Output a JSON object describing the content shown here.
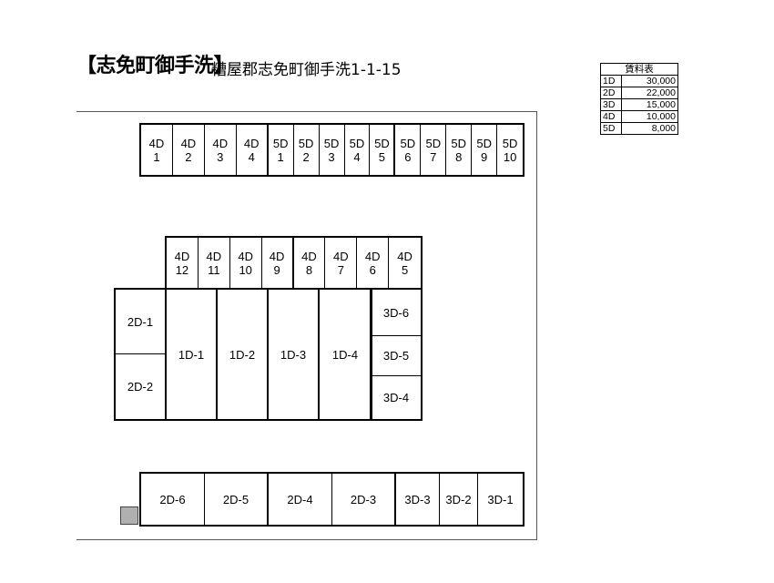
{
  "header": {
    "title": "【志免町御手洗】",
    "address": "糟屋郡志免町御手洗1-1-15"
  },
  "rent_table": {
    "title": "賃料表",
    "rows": [
      {
        "size": "1D",
        "price": "30,000"
      },
      {
        "size": "2D",
        "price": "22,000"
      },
      {
        "size": "3D",
        "price": "15,000"
      },
      {
        "size": "4D",
        "price": "10,000"
      },
      {
        "size": "5D",
        "price": "8,000"
      }
    ]
  },
  "layout": {
    "top_row": [
      "4D\n1",
      "4D\n2",
      "4D\n3",
      "4D\n4",
      "5D\n1",
      "5D\n2",
      "5D\n3",
      "5D\n4",
      "5D\n5",
      "5D\n6",
      "5D\n7",
      "5D\n8",
      "5D\n9",
      "5D\n10"
    ],
    "middle_row": [
      "4D\n12",
      "4D\n11",
      "4D\n10",
      "4D\n9",
      "4D\n8",
      "4D\n7",
      "4D\n6",
      "4D\n5"
    ],
    "left_stack": [
      "2D-1",
      "2D-2"
    ],
    "one_d": [
      "1D-1",
      "1D-2",
      "1D-3",
      "1D-4"
    ],
    "right_stack": [
      "3D-6",
      "3D-5",
      "3D-4"
    ],
    "bottom_row": [
      "2D-6",
      "2D-5",
      "2D-4",
      "2D-3",
      "3D-3",
      "3D-2",
      "3D-1"
    ]
  }
}
